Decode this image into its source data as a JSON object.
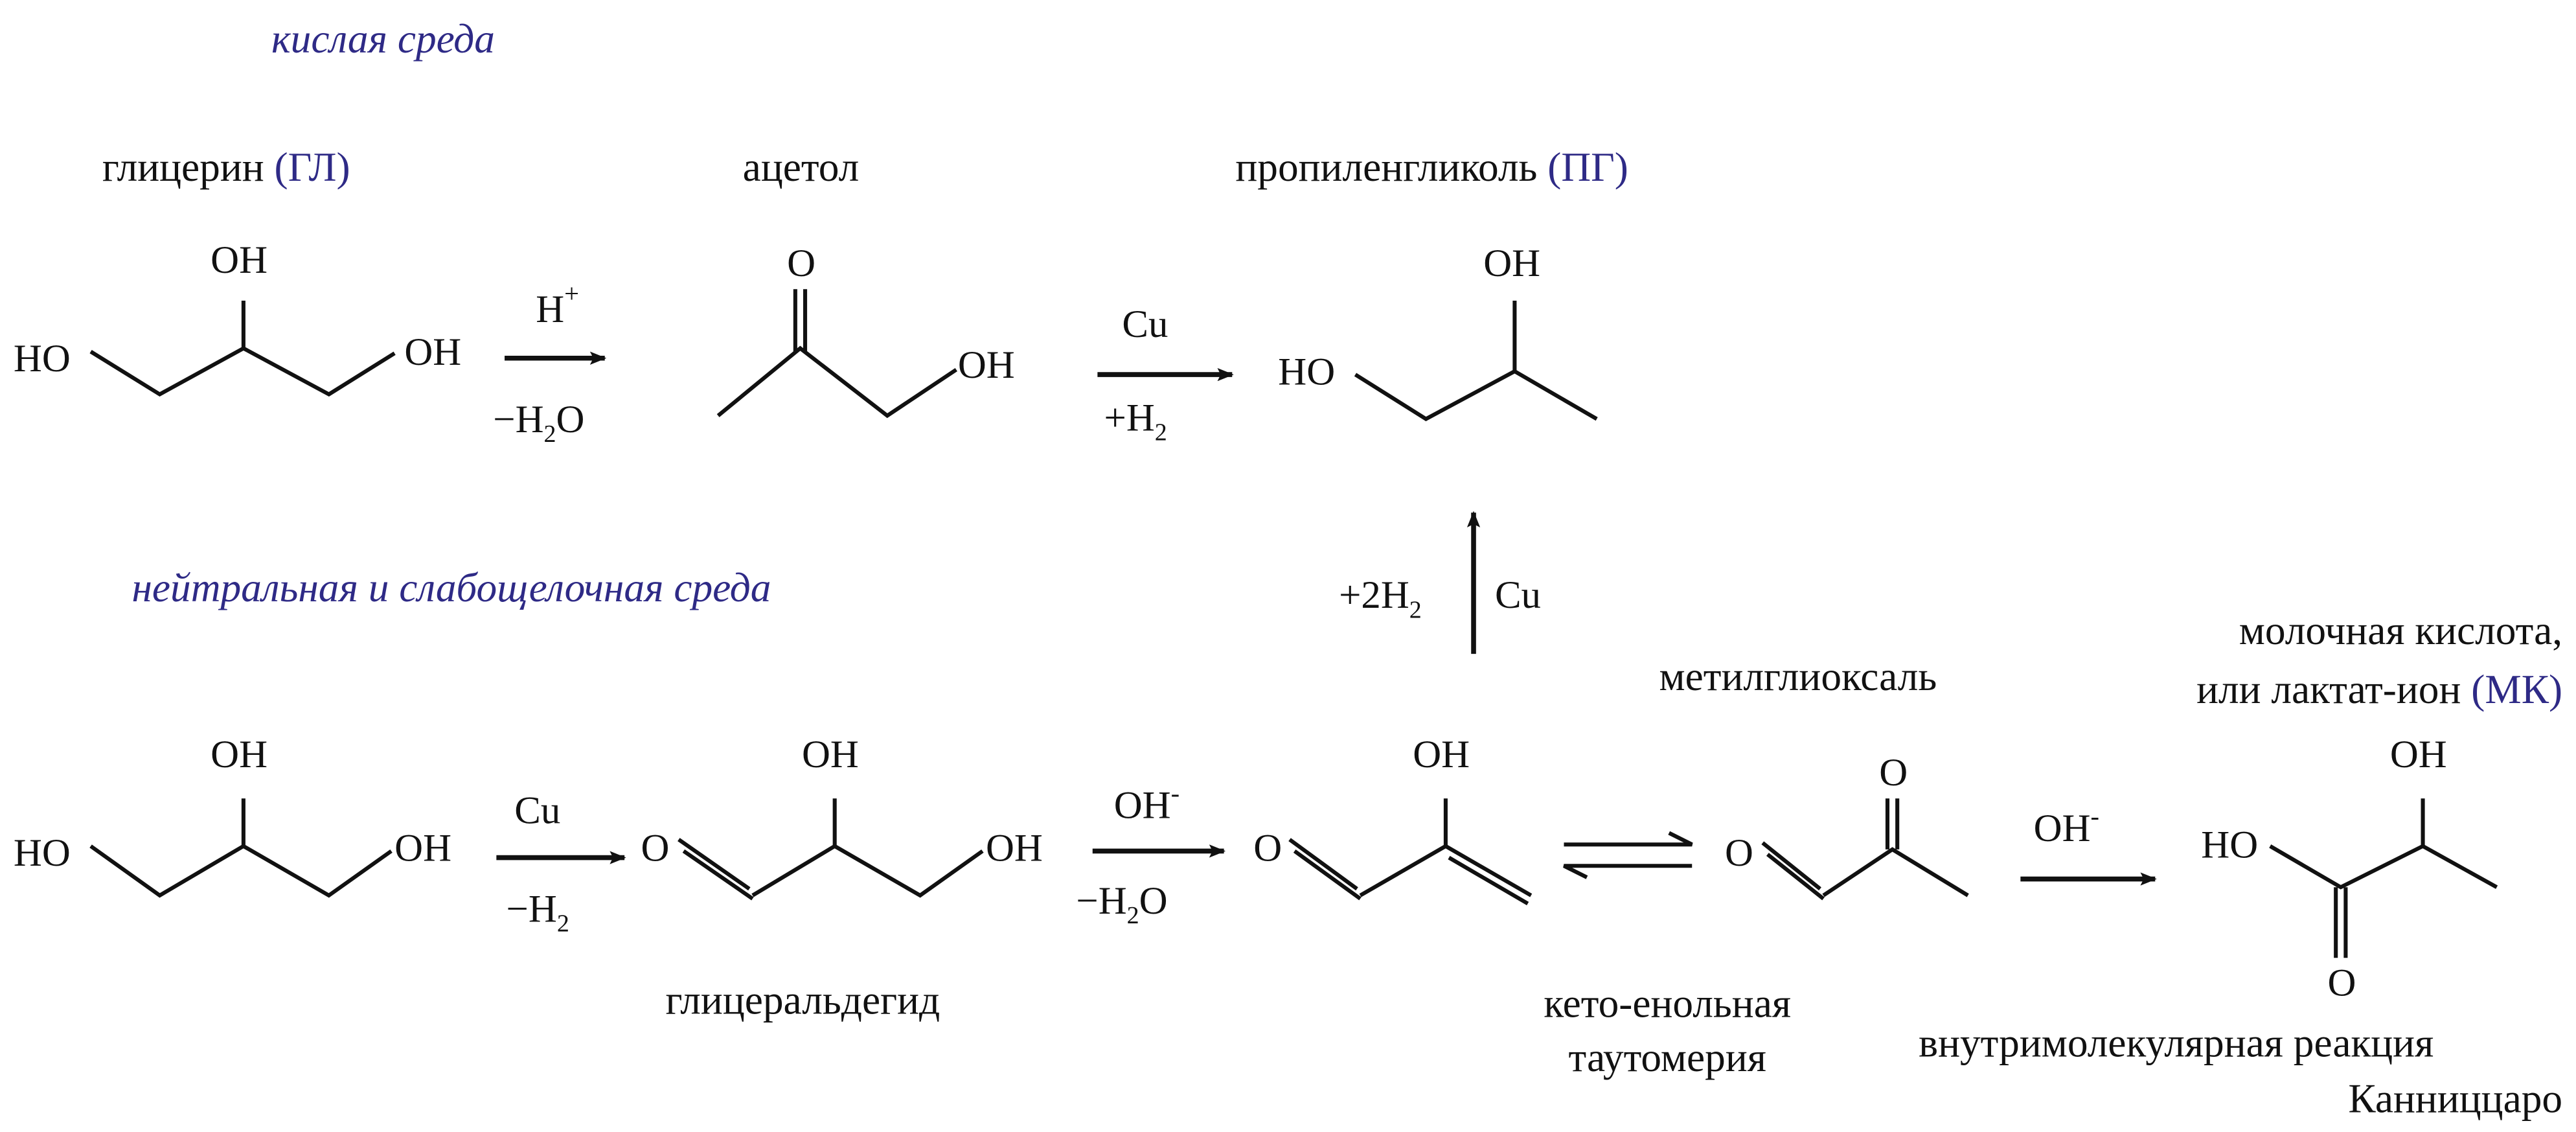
{
  "conditions": {
    "acidic": "кислая среда",
    "neutral": "нейтральная и слабощелочная среда"
  },
  "compounds": {
    "glycerol": {
      "name": "глицерин",
      "abbr": "(ГЛ)"
    },
    "acetol": {
      "name": "ацетол"
    },
    "propylene_glycol": {
      "name": "пропиленгликоль",
      "abbr": "(ПГ)"
    },
    "glyceraldehyde": {
      "name": "глицеральдегид"
    },
    "methylglyoxal": {
      "name": "метилглиоксаль"
    },
    "lactic_acid": {
      "name_line1": "молочная кислота,",
      "name_line2": "или лактат-ион",
      "abbr": "(МК)"
    }
  },
  "atoms": {
    "OH": "OH",
    "HO": "HO",
    "O": "O"
  },
  "reagents": {
    "r1_top": "H",
    "r1_top_sup": "+",
    "r1_bottom": "−H",
    "r1_bottom_sub": "2",
    "r1_bottom_end": "O",
    "r2_top": "Cu",
    "r2_bottom": "+H",
    "r2_bottom_sub": "2",
    "r3_left": "+2H",
    "r3_left_sub": "2",
    "r3_right": "Cu",
    "r4_top": "Cu",
    "r4_bottom": "−H",
    "r4_bottom_sub": "2",
    "r5_top": "OH",
    "r5_top_sup": "-",
    "r5_bottom": "−H",
    "r5_bottom_sub": "2",
    "r5_bottom_end": "O",
    "r6_top": "OH",
    "r6_top_sup": "-"
  },
  "annotations": {
    "tautomerism_line1": "кето-енольная",
    "tautomerism_line2": "таутомерия",
    "cannizzaro_line1": "внутримолекулярная реакция",
    "cannizzaro_line2": "Канниццаро"
  }
}
